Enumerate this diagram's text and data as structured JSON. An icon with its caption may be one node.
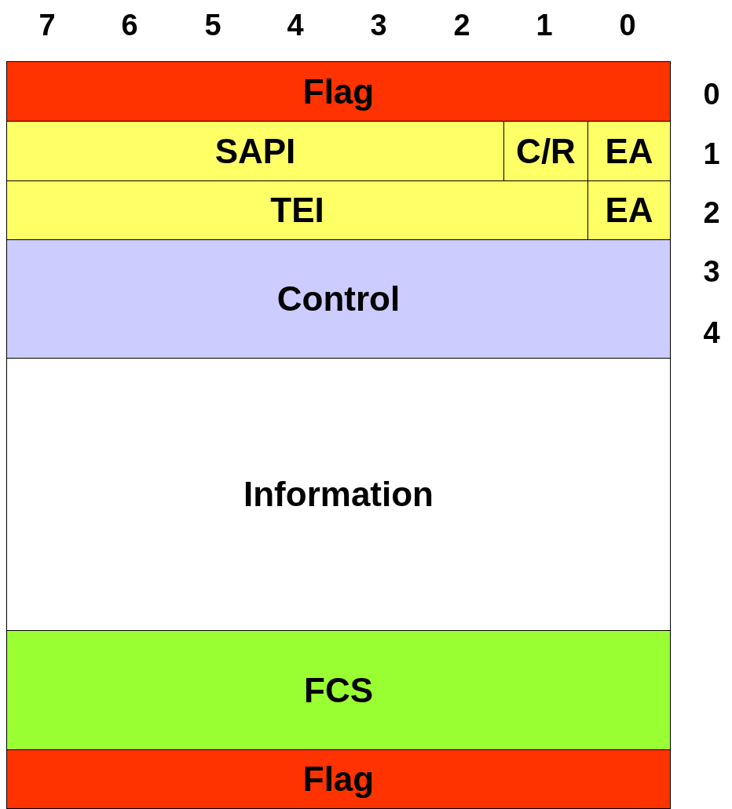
{
  "diagram": {
    "nodes": [
      {
        "text": [
          "Flag"
        ]
      },
      {
        "text": [
          "SAPI"
        ]
      },
      {
        "text": [
          "C/R"
        ]
      },
      {
        "text": [
          "EA"
        ]
      },
      {
        "text": [
          "TEI"
        ]
      },
      {
        "text": [
          "EA"
        ]
      },
      {
        "text": [
          "Control"
        ]
      },
      {
        "text": [
          "Information"
        ]
      },
      {
        "text": [
          "FCS"
        ]
      },
      {
        "text": [
          "Flag"
        ]
      }
    ],
    "labels": [
      "7",
      "6",
      "5",
      "4",
      "3",
      "2",
      "1",
      "0",
      "0",
      "1",
      "2",
      "3",
      "4"
    ]
  }
}
